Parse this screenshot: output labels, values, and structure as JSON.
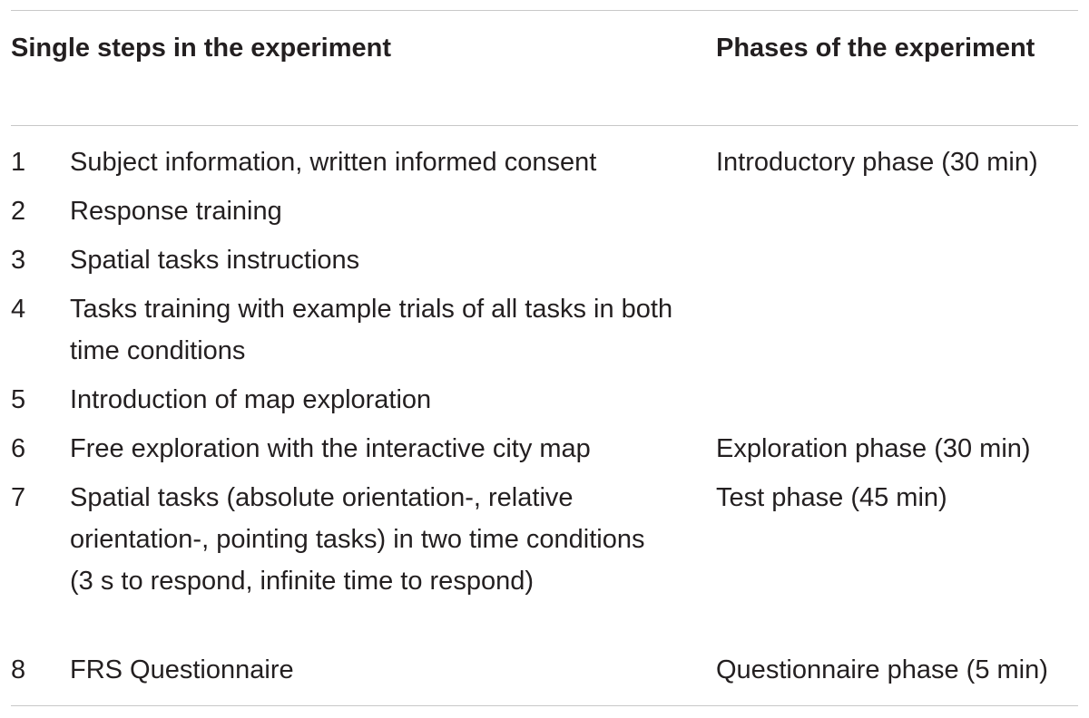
{
  "table": {
    "headers": {
      "steps": "Single steps in the experiment",
      "phases": "Phases of the experiment"
    },
    "rows": [
      {
        "num": "1",
        "step": "Subject information, written informed consent",
        "phase": "Introductory phase (30 min)"
      },
      {
        "num": "2",
        "step": "Response training",
        "phase": ""
      },
      {
        "num": "3",
        "step": "Spatial tasks instructions",
        "phase": ""
      },
      {
        "num": "4",
        "step": "Tasks training with example trials of all tasks in both time conditions",
        "phase": ""
      },
      {
        "num": "5",
        "step": "Introduction of map exploration",
        "phase": ""
      },
      {
        "num": "6",
        "step": "Free exploration with the interactive city map",
        "phase": "Exploration phase (30 min)"
      },
      {
        "num": "7",
        "step": "Spatial tasks (absolute orientation-, relative orientation-, pointing tasks) in two time conditions (3 s to respond, infinite time to respond)",
        "phase": "Test phase (45 min)"
      },
      {
        "num": "8",
        "step": "FRS Questionnaire",
        "phase": "Questionnaire phase (5 min)"
      }
    ]
  }
}
